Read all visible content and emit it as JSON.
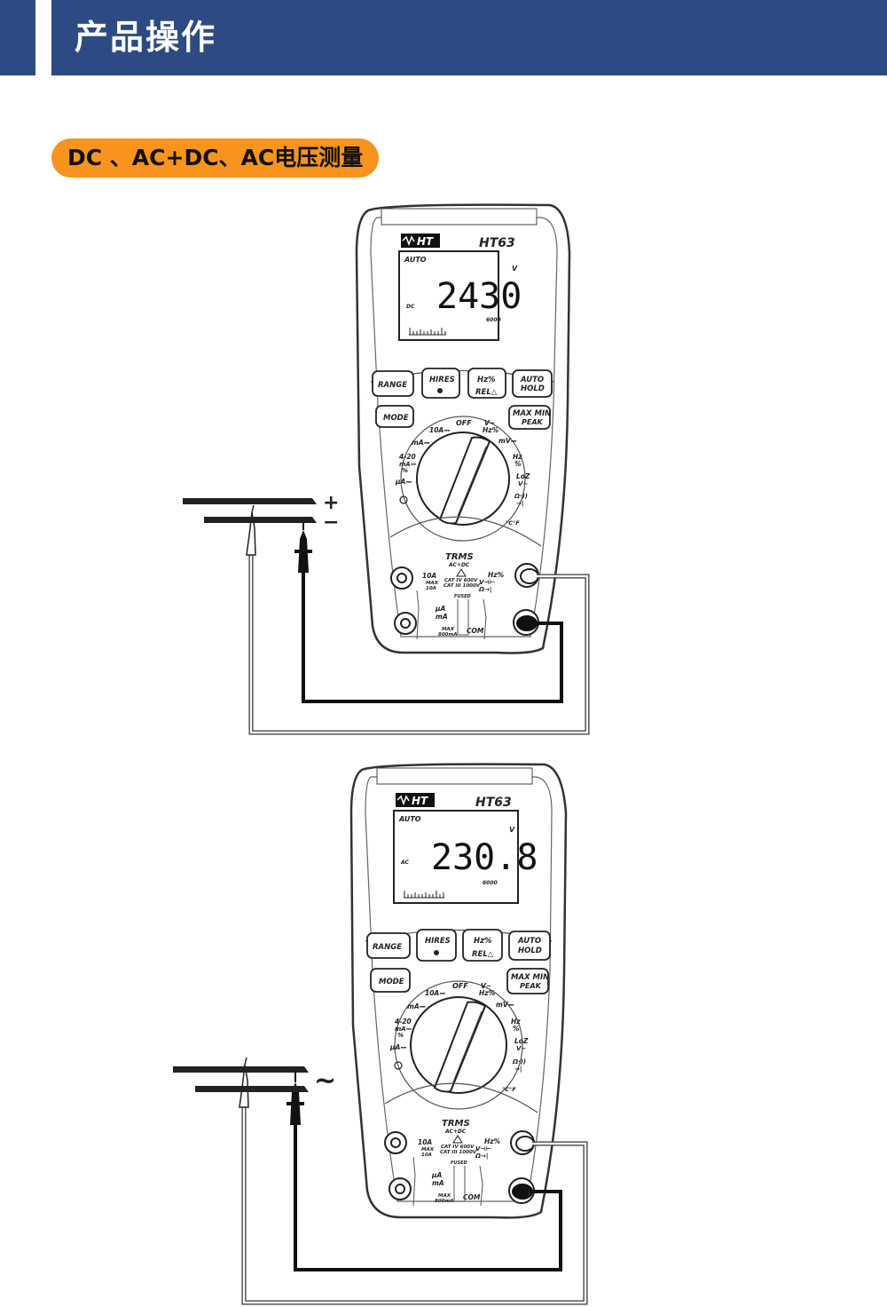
{
  "header": {
    "title": "产品操作"
  },
  "section": {
    "label": "DC 、AC+DC、AC电压测量"
  },
  "meter_labels": {
    "brand": "HT",
    "model": "HT63",
    "auto": "AUTO",
    "unit": "V",
    "scale": "6000",
    "range_btn": "RANGE",
    "hires_btn": "HIRES",
    "hz_btn": "Hz%",
    "rel_btn": "REL△",
    "auto_btn": "AUTO",
    "hold_btn": "HOLD",
    "mode_btn": "MODE",
    "maxmin_btn": "MAX MIN",
    "peak_btn": "PEAK",
    "off": "OFF",
    "pos_10a": "10A⎓",
    "pos_ma": "mA⎓",
    "pos_420": "4-20",
    "pos_420b": "mA⎓",
    "pos_pct": "%",
    "pos_ua": "µA⎓",
    "pos_v": "V~",
    "pos_vhz": "Hz%",
    "pos_mv": "mV⎓",
    "pos_hz": "Hz",
    "pos_hzp": "%",
    "pos_loz": "LoZ",
    "pos_lozv": "V~",
    "pos_ohm": "Ω·))",
    "pos_diode": "→|",
    "pos_temp": "°C°F",
    "trms": "TRMS",
    "acdc": "AC+DC",
    "j10a": "10A",
    "max10a": "MAX",
    "max10a2": "10A",
    "cat1": "CAT IV 600V",
    "cat2": "CAT III 1000V",
    "fused": "FUSED",
    "ua": "µA",
    "ma": "mA",
    "max": "MAX",
    "max800": "800mA",
    "com": "COM",
    "vhz": "Hz%",
    "vsym": "V⊣⊢",
    "ohm": "Ω→|"
  },
  "figures": [
    {
      "reading": "2430",
      "mode": "DC",
      "source_symbol_plus": "+",
      "source_symbol_minus": "−"
    },
    {
      "reading": "230.8",
      "mode": "AC",
      "source_symbol": "~"
    }
  ]
}
